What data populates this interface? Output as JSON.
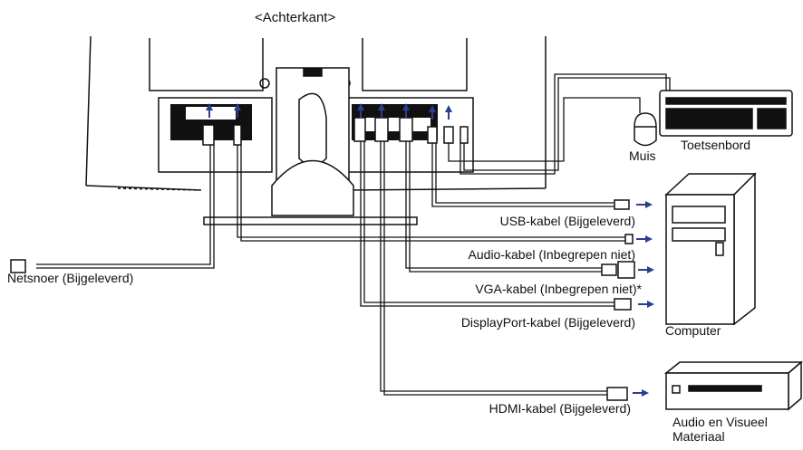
{
  "header": {
    "view_label": "<Achterkant>"
  },
  "peripherals": {
    "keyboard_label": "Toetsenbord",
    "mouse_label": "Muis",
    "computer_label": "Computer",
    "av_label_line1": "Audio en Visueel",
    "av_label_line2": "Materiaal"
  },
  "cables": {
    "power": "Netsnoer (Bijgeleverd)",
    "usb": "USB-kabel (Bijgeleverd)",
    "audio": "Audio-kabel (Inbegrepen niet)",
    "vga": "VGA-kabel (Inbegrepen niet)*",
    "displayport": "DisplayPort-kabel (Bijgeleverd)",
    "hdmi": "HDMI-kabel (Bijgeleverd)"
  },
  "colors": {
    "line": "#111111",
    "arrow": "#2a3f8f",
    "fill_light": "#ffffff",
    "fill_dark": "#111111"
  }
}
